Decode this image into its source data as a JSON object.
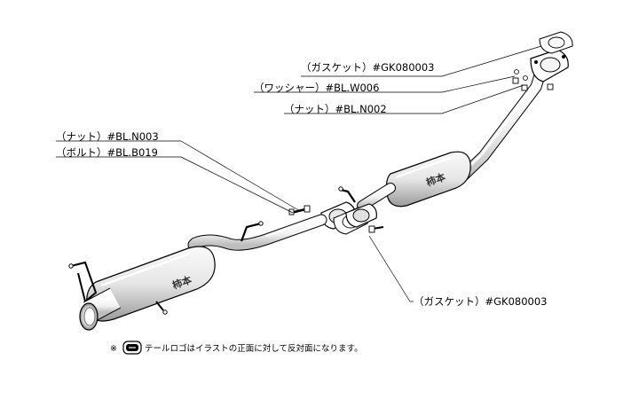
{
  "callouts": {
    "gasket_front": "（ガスケット）#GK080003",
    "washer": "（ワッシャー）#BL.W006",
    "nut_front": "（ナット）#BL.N002",
    "nut_mid": "（ナット）#BL.N003",
    "bolt_mid": "（ボルト）#BL.B019",
    "gasket_mid": "（ガスケット）#GK080003"
  },
  "footnote": {
    "mark": "※",
    "text": "テールロゴはイラストの正面に対して反対面になります。"
  }
}
